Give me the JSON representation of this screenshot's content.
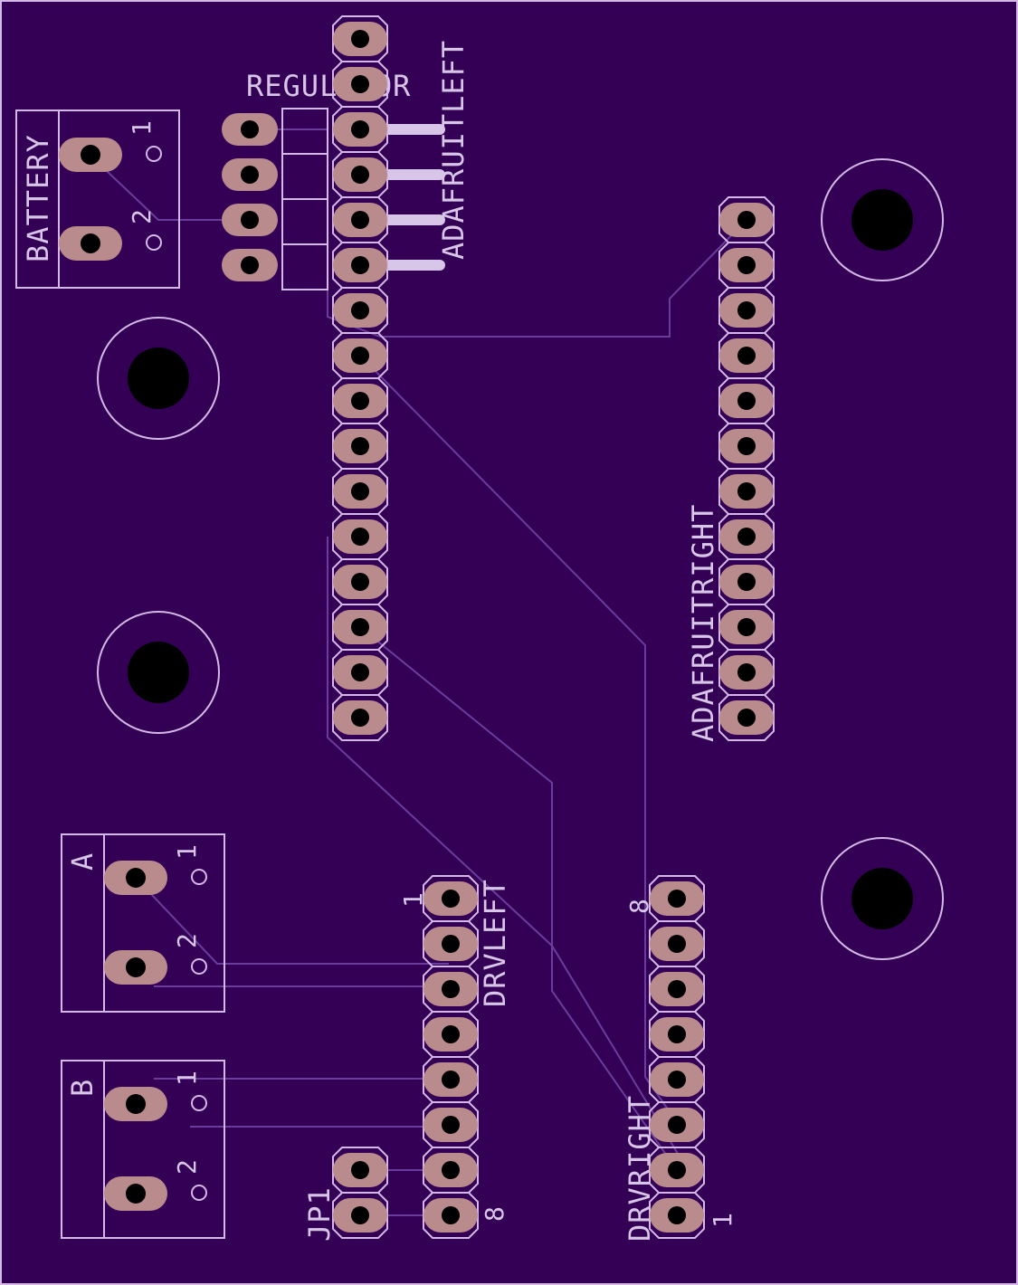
{
  "board": {
    "background": "#330055",
    "silkscreen_color": "#d4b8e6",
    "pad_color": "#b98b8c",
    "trace_color": "#6a3d9c"
  },
  "labels": {
    "regulator": "REGULATOR",
    "battery": "BATTERY",
    "adafruit_left": "ADAFRUITLEFT",
    "adafruit_right": "ADAFRUITRIGHT",
    "motor_a": "A",
    "motor_b": "B",
    "drv_left": "DRVLEFT",
    "drv_right": "DRVRIGHT",
    "jp1": "JP1"
  },
  "pin_numbers": {
    "battery_pin1": "1",
    "battery_pin2": "2",
    "a_pin1": "1",
    "a_pin2": "2",
    "b_pin1": "1",
    "b_pin2": "2",
    "drv_left_first": "1",
    "drv_left_last": "8",
    "drv_right_first": "8",
    "drv_right_last": "1"
  },
  "components": {
    "adafruit_left_pins": 16,
    "adafruit_right_pins": 12,
    "drv_left_pins": 8,
    "drv_right_pins": 8,
    "regulator_pins": 4,
    "jp1_pins": 2,
    "mounting_holes": 4
  }
}
